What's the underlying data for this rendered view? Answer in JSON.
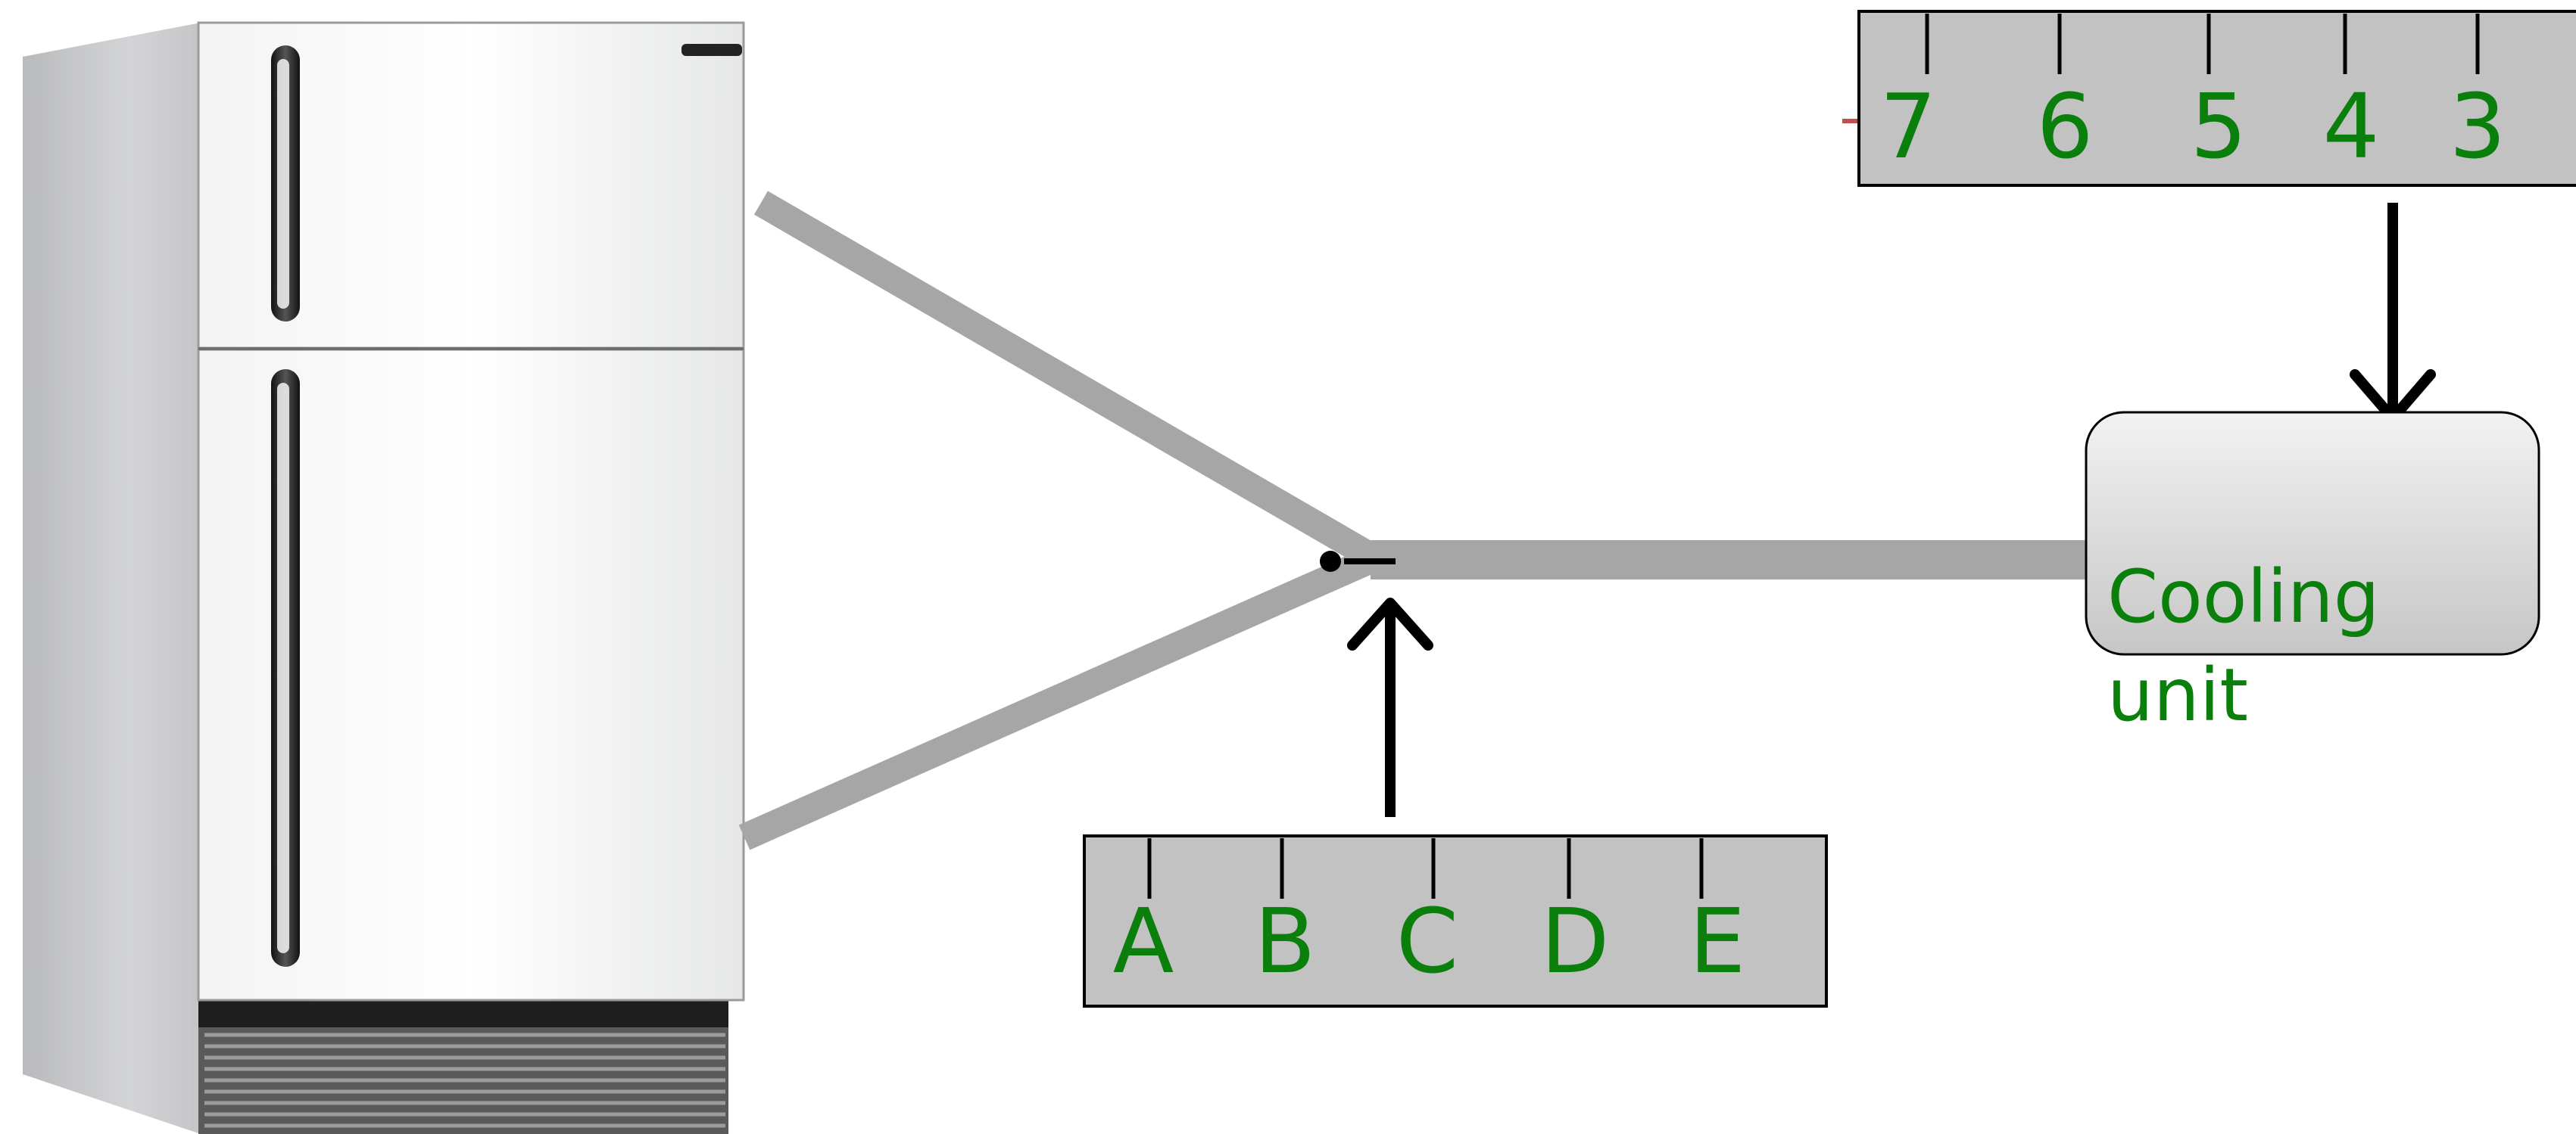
{
  "diagram": {
    "cooling_unit": {
      "label_line1": "Cooling",
      "label_line2": "unit"
    },
    "dial_letters": {
      "labels": [
        "A",
        "B",
        "C",
        "D",
        "E"
      ]
    },
    "dial_numbers": {
      "labels": [
        "7",
        "6",
        "5",
        "4",
        "3"
      ]
    },
    "colors": {
      "label_text": "#0b7f0b",
      "dial_fill": "#c2c2c2",
      "duct": "#a6a6a6",
      "arrow": "#000000",
      "cooling_unit_fill_top": "#ededed",
      "cooling_unit_fill_bottom": "#c8c8c8",
      "fridge_body": "#e8e9ea",
      "fridge_side": "#c9cacc"
    }
  }
}
